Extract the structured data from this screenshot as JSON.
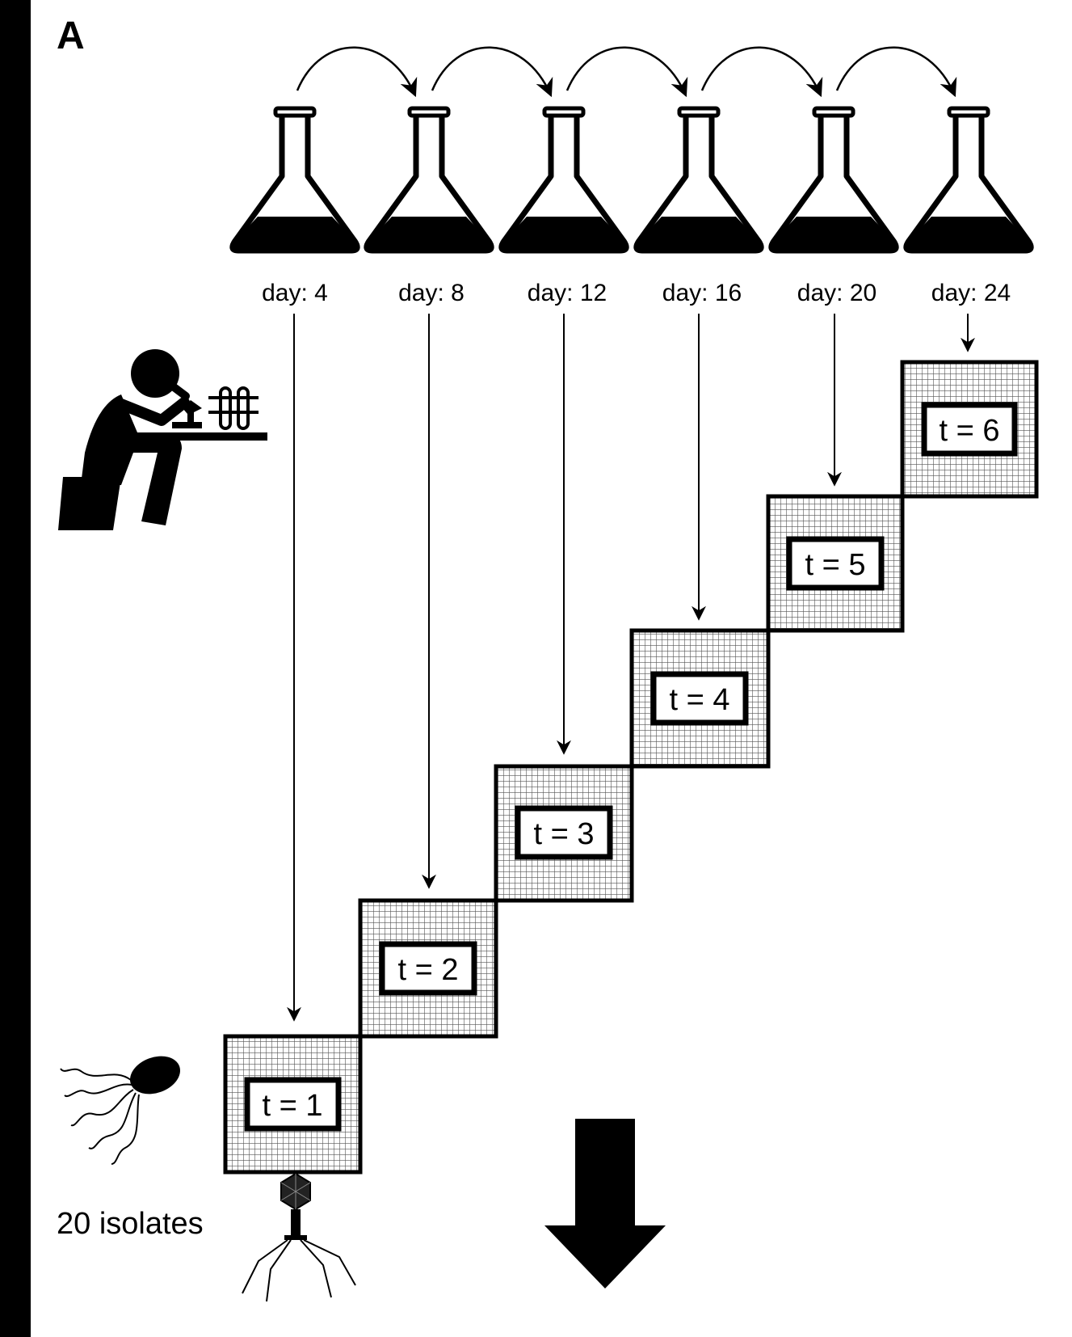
{
  "panel_label": "A",
  "days": [
    "day: 4",
    "day: 8",
    "day: 12",
    "day: 16",
    "day: 20",
    "day: 24"
  ],
  "timepoints": [
    "t = 1",
    "t = 2",
    "t = 3",
    "t = 4",
    "t = 5",
    "t = 6"
  ],
  "isolates_label": "20 isolates",
  "icons": {
    "flask": "flask-icon",
    "scientist": "scientist-microscope-icon",
    "bacterium": "bacterium-icon",
    "phage": "bacteriophage-icon",
    "down_arrow": "down-arrow-icon"
  }
}
